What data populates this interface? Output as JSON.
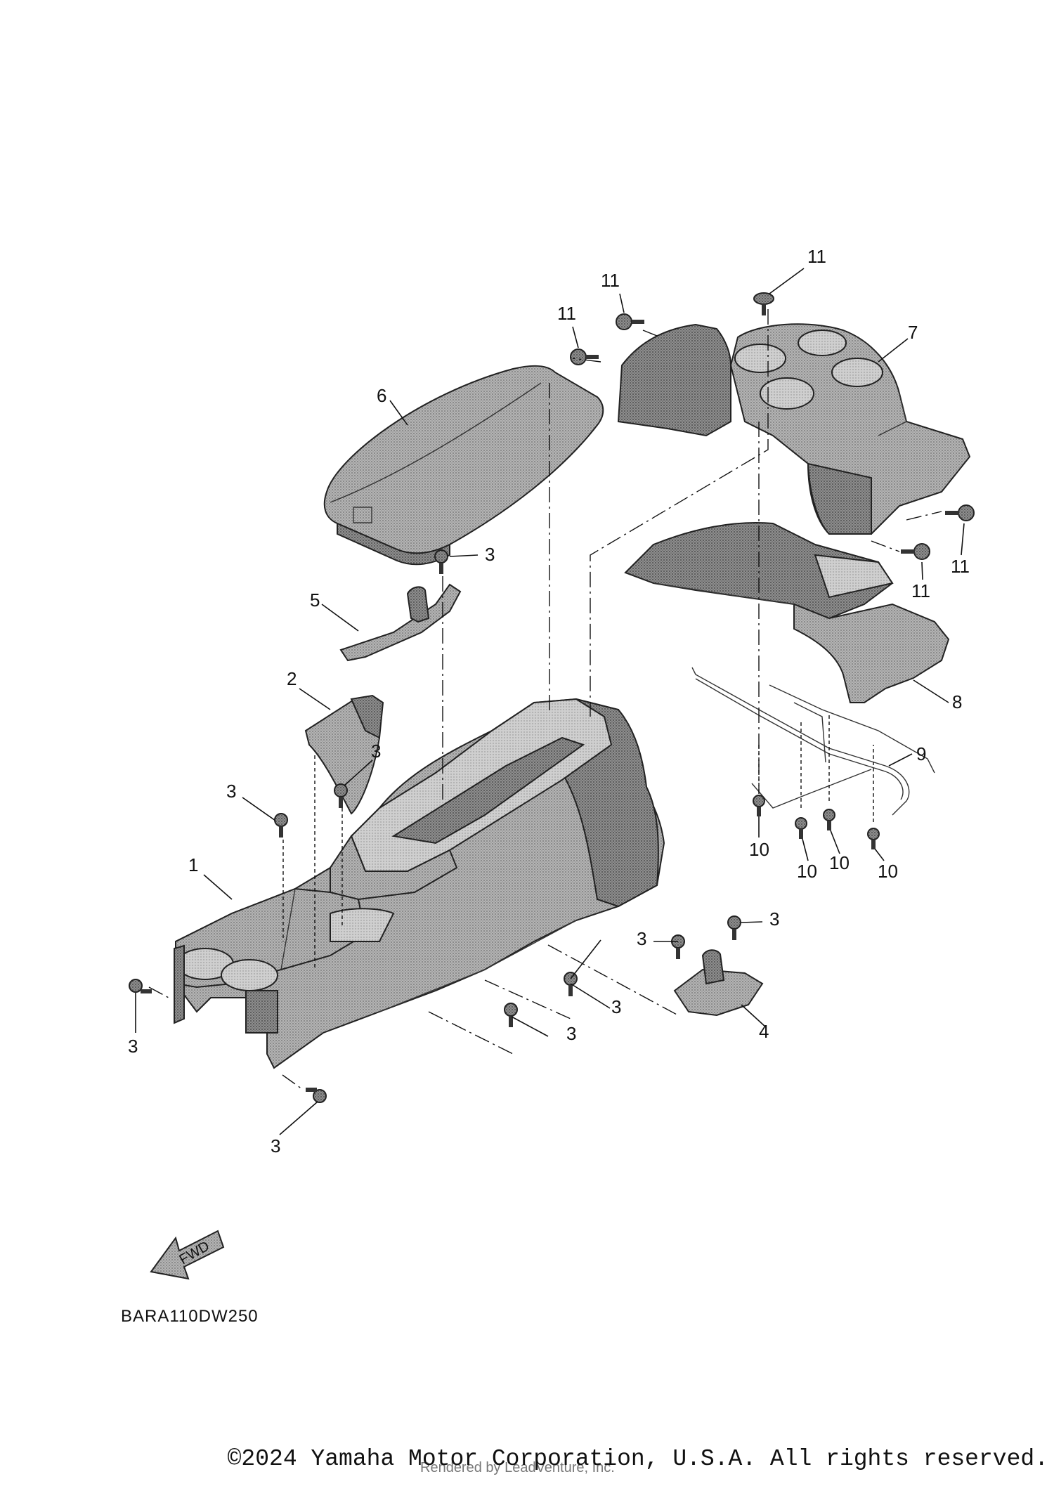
{
  "diagram": {
    "reference_code": "BARA110DW250",
    "fwd_label": "FWD",
    "copyright": "©2024 Yamaha Motor Corporation, U.S.A. All rights reserved.",
    "render_credit": "Rendered by LeadVenture, Inc.",
    "colors": {
      "part_fill": "#a9a9a9",
      "part_dark": "#8c8c8c",
      "line": "#111111"
    },
    "callouts": [
      {
        "id": "c1",
        "label": "1"
      },
      {
        "id": "c2",
        "label": "2"
      },
      {
        "id": "c3a",
        "label": "3"
      },
      {
        "id": "c3b",
        "label": "3"
      },
      {
        "id": "c3c",
        "label": "3"
      },
      {
        "id": "c3d",
        "label": "3"
      },
      {
        "id": "c3e",
        "label": "3"
      },
      {
        "id": "c3f",
        "label": "3"
      },
      {
        "id": "c3g",
        "label": "3"
      },
      {
        "id": "c3h",
        "label": "3"
      },
      {
        "id": "c3i",
        "label": "3"
      },
      {
        "id": "c4",
        "label": "4"
      },
      {
        "id": "c5",
        "label": "5"
      },
      {
        "id": "c6",
        "label": "6"
      },
      {
        "id": "c7",
        "label": "7"
      },
      {
        "id": "c8",
        "label": "8"
      },
      {
        "id": "c9",
        "label": "9"
      },
      {
        "id": "c10a",
        "label": "10"
      },
      {
        "id": "c10b",
        "label": "10"
      },
      {
        "id": "c10c",
        "label": "10"
      },
      {
        "id": "c10d",
        "label": "10"
      },
      {
        "id": "c11a",
        "label": "11"
      },
      {
        "id": "c11b",
        "label": "11"
      },
      {
        "id": "c11c",
        "label": "11"
      },
      {
        "id": "c11d",
        "label": "11"
      },
      {
        "id": "c11e",
        "label": "11"
      }
    ]
  }
}
